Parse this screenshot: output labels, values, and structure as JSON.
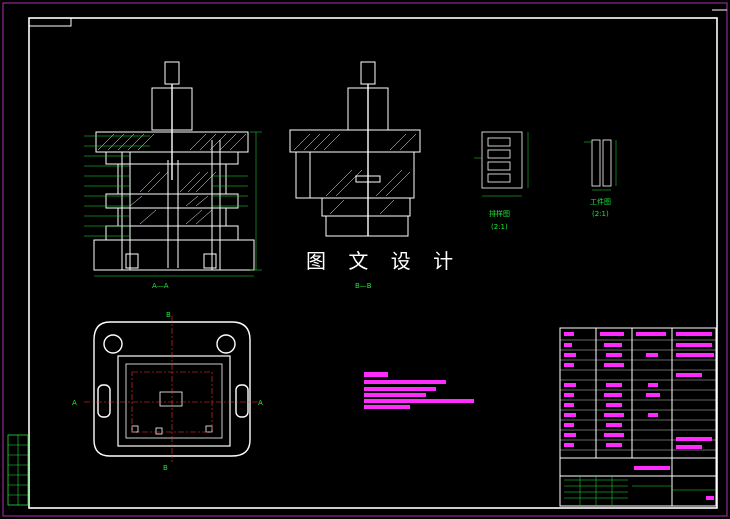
{
  "drawing": {
    "watermark": "图 文 设 计",
    "section_labels": {
      "front": "A—A",
      "side": "B—B"
    },
    "detail_views": {
      "part_view": {
        "title": "排样图",
        "scale": "(2:1)"
      },
      "workpiece": {
        "title": "工件图",
        "scale": "(2:1)"
      }
    },
    "plan_view": {
      "marker_top": "B",
      "marker_bottom": "B",
      "marker_left": "A",
      "marker_right": "A"
    },
    "colors": {
      "background": "#000000",
      "outline": "#ffffff",
      "dimension": "#1ee63c",
      "text_block": "#ff2bff",
      "centerline": "#ff3030",
      "border": "#b030b0"
    }
  }
}
